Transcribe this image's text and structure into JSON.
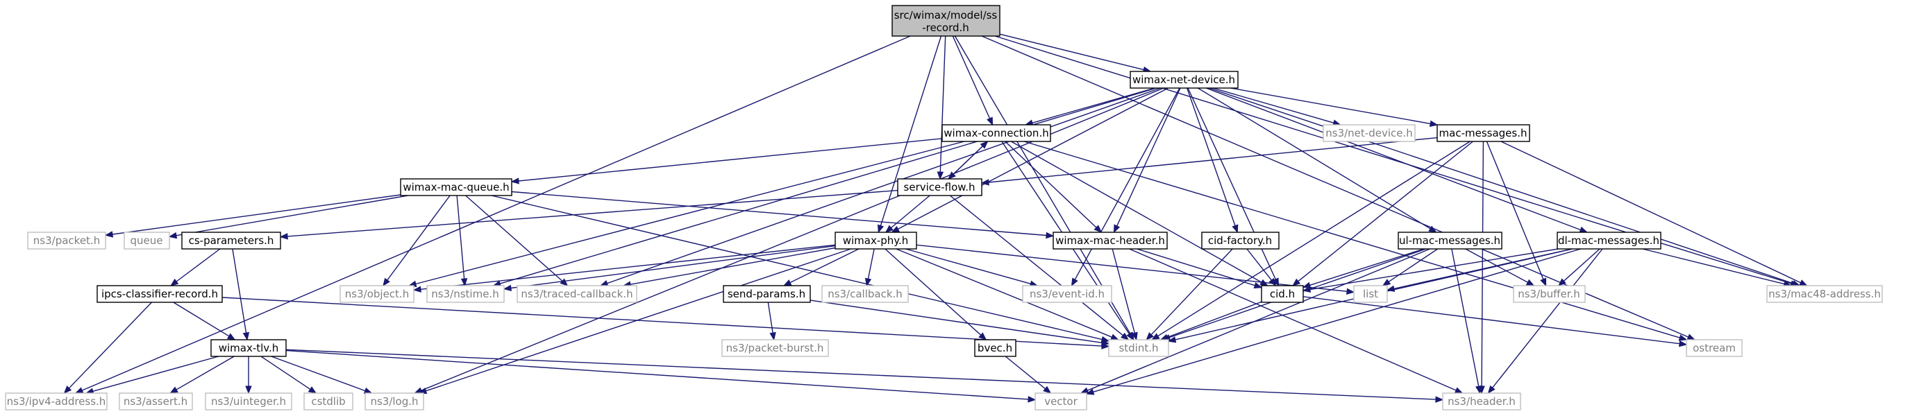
{
  "diagram": {
    "colors": {
      "edge": "#191970",
      "root_fill": "#bfbfbf",
      "external_border": "#bfbfbf",
      "external_text": "#7f7f7f",
      "node_border": "#000000"
    },
    "nodes": {
      "ss_record": {
        "label_line1": "src/wimax/model/ss",
        "label_line2": "-record.h",
        "kind": "root"
      },
      "wimax_net_device": {
        "label": "wimax-net-device.h",
        "kind": "project"
      },
      "wimax_connection": {
        "label": "wimax-connection.h",
        "kind": "project"
      },
      "ns3_net_device": {
        "label": "ns3/net-device.h",
        "kind": "external"
      },
      "mac_messages": {
        "label": "mac-messages.h",
        "kind": "project"
      },
      "wimax_mac_queue": {
        "label": "wimax-mac-queue.h",
        "kind": "project"
      },
      "service_flow": {
        "label": "service-flow.h",
        "kind": "project"
      },
      "ns3_packet": {
        "label": "ns3/packet.h",
        "kind": "external"
      },
      "queue": {
        "label": "queue",
        "kind": "external"
      },
      "cs_parameters": {
        "label": "cs-parameters.h",
        "kind": "project"
      },
      "wimax_phy": {
        "label": "wimax-phy.h",
        "kind": "project"
      },
      "wimax_mac_header": {
        "label": "wimax-mac-header.h",
        "kind": "project"
      },
      "cid_factory": {
        "label": "cid-factory.h",
        "kind": "project"
      },
      "ul_mac_messages": {
        "label": "ul-mac-messages.h",
        "kind": "project"
      },
      "dl_mac_messages": {
        "label": "dl-mac-messages.h",
        "kind": "project"
      },
      "ipcs_classifier_record": {
        "label": "ipcs-classifier-record.h",
        "kind": "project"
      },
      "ns3_object": {
        "label": "ns3/object.h",
        "kind": "external"
      },
      "ns3_nstime": {
        "label": "ns3/nstime.h",
        "kind": "external"
      },
      "ns3_traced_callback": {
        "label": "ns3/traced-callback.h",
        "kind": "external"
      },
      "send_params": {
        "label": "send-params.h",
        "kind": "project"
      },
      "ns3_callback": {
        "label": "ns3/callback.h",
        "kind": "external"
      },
      "ns3_event_id": {
        "label": "ns3/event-id.h",
        "kind": "external"
      },
      "cid": {
        "label": "cid.h",
        "kind": "project"
      },
      "list": {
        "label": "list",
        "kind": "external"
      },
      "ns3_buffer": {
        "label": "ns3/buffer.h",
        "kind": "external"
      },
      "ns3_mac48_address": {
        "label": "ns3/mac48-address.h",
        "kind": "external"
      },
      "wimax_tlv": {
        "label": "wimax-tlv.h",
        "kind": "project"
      },
      "ns3_packet_burst": {
        "label": "ns3/packet-burst.h",
        "kind": "external"
      },
      "bvec": {
        "label": "bvec.h",
        "kind": "project"
      },
      "stdint": {
        "label": "stdint.h",
        "kind": "external"
      },
      "ostream": {
        "label": "ostream",
        "kind": "external"
      },
      "ns3_ipv4_address": {
        "label": "ns3/ipv4-address.h",
        "kind": "external"
      },
      "ns3_assert": {
        "label": "ns3/assert.h",
        "kind": "external"
      },
      "ns3_uinteger": {
        "label": "ns3/uinteger.h",
        "kind": "external"
      },
      "cstdlib": {
        "label": "cstdlib",
        "kind": "external"
      },
      "ns3_log": {
        "label": "ns3/log.h",
        "kind": "external"
      },
      "vector": {
        "label": "vector",
        "kind": "external"
      },
      "ns3_header": {
        "label": "ns3/header.h",
        "kind": "external"
      }
    },
    "edges": [
      [
        "ss_record",
        "wimax_net_device"
      ],
      [
        "ss_record",
        "wimax_connection"
      ],
      [
        "ss_record",
        "service_flow"
      ],
      [
        "ss_record",
        "wimax_phy"
      ],
      [
        "ss_record",
        "stdint"
      ],
      [
        "ss_record",
        "ns3_ipv4_address"
      ],
      [
        "ss_record",
        "ns3_mac48_address"
      ],
      [
        "ss_record",
        "ostream"
      ],
      [
        "wimax_net_device",
        "wimax_connection"
      ],
      [
        "wimax_net_device",
        "ns3_net_device"
      ],
      [
        "wimax_net_device",
        "mac_messages"
      ],
      [
        "wimax_net_device",
        "wimax_phy"
      ],
      [
        "wimax_net_device",
        "ns3_log"
      ],
      [
        "wimax_net_device",
        "ns3_nstime"
      ],
      [
        "wimax_net_device",
        "ns3_traced_callback"
      ],
      [
        "wimax_net_device",
        "ns3_event_id"
      ],
      [
        "wimax_net_device",
        "wimax_mac_header"
      ],
      [
        "wimax_net_device",
        "cid_factory"
      ],
      [
        "wimax_net_device",
        "cid"
      ],
      [
        "wimax_net_device",
        "ul_mac_messages"
      ],
      [
        "wimax_net_device",
        "dl_mac_messages"
      ],
      [
        "wimax_net_device",
        "ns3_mac48_address"
      ],
      [
        "wimax_connection",
        "wimax_mac_queue"
      ],
      [
        "wimax_connection",
        "service_flow"
      ],
      [
        "wimax_connection",
        "ns3_object"
      ],
      [
        "wimax_connection",
        "wimax_mac_header"
      ],
      [
        "wimax_connection",
        "cid"
      ],
      [
        "wimax_connection",
        "stdint"
      ],
      [
        "wimax_connection",
        "ostream"
      ],
      [
        "service_flow",
        "wimax_connection"
      ],
      [
        "service_flow",
        "wimax_phy"
      ],
      [
        "service_flow",
        "cs_parameters"
      ],
      [
        "service_flow",
        "stdint"
      ],
      [
        "mac_messages",
        "service_flow"
      ],
      [
        "mac_messages",
        "cid"
      ],
      [
        "mac_messages",
        "ns3_buffer"
      ],
      [
        "mac_messages",
        "ns3_mac48_address"
      ],
      [
        "mac_messages",
        "stdint"
      ],
      [
        "mac_messages",
        "ns3_header"
      ],
      [
        "wimax_mac_queue",
        "ns3_packet"
      ],
      [
        "wimax_mac_queue",
        "queue"
      ],
      [
        "wimax_mac_queue",
        "ns3_object"
      ],
      [
        "wimax_mac_queue",
        "ns3_nstime"
      ],
      [
        "wimax_mac_queue",
        "ns3_traced_callback"
      ],
      [
        "wimax_mac_queue",
        "wimax_mac_header"
      ],
      [
        "wimax_mac_queue",
        "stdint"
      ],
      [
        "cs_parameters",
        "ipcs_classifier_record"
      ],
      [
        "cs_parameters",
        "wimax_tlv"
      ],
      [
        "ipcs_classifier_record",
        "wimax_tlv"
      ],
      [
        "ipcs_classifier_record",
        "ns3_ipv4_address"
      ],
      [
        "ipcs_classifier_record",
        "stdint"
      ],
      [
        "wimax_tlv",
        "ns3_ipv4_address"
      ],
      [
        "wimax_tlv",
        "ns3_assert"
      ],
      [
        "wimax_tlv",
        "ns3_uinteger"
      ],
      [
        "wimax_tlv",
        "cstdlib"
      ],
      [
        "wimax_tlv",
        "ns3_log"
      ],
      [
        "wimax_tlv",
        "vector"
      ],
      [
        "wimax_tlv",
        "ns3_header"
      ],
      [
        "wimax_phy",
        "ns3_object"
      ],
      [
        "wimax_phy",
        "ns3_nstime"
      ],
      [
        "wimax_phy",
        "ns3_traced_callback"
      ],
      [
        "wimax_phy",
        "send_params"
      ],
      [
        "wimax_phy",
        "ns3_callback"
      ],
      [
        "wimax_phy",
        "ns3_event_id"
      ],
      [
        "wimax_phy",
        "list"
      ],
      [
        "wimax_phy",
        "bvec"
      ],
      [
        "wimax_phy",
        "stdint"
      ],
      [
        "wimax_phy",
        "ns3_log"
      ],
      [
        "send_params",
        "ns3_packet_burst"
      ],
      [
        "send_params",
        "stdint"
      ],
      [
        "bvec",
        "vector"
      ],
      [
        "wimax_mac_header",
        "cid"
      ],
      [
        "wimax_mac_header",
        "stdint"
      ],
      [
        "wimax_mac_header",
        "ns3_header"
      ],
      [
        "cid_factory",
        "cid"
      ],
      [
        "cid_factory",
        "stdint"
      ],
      [
        "cid",
        "stdint"
      ],
      [
        "cid",
        "ostream"
      ],
      [
        "ul_mac_messages",
        "cid"
      ],
      [
        "ul_mac_messages",
        "list"
      ],
      [
        "ul_mac_messages",
        "ns3_buffer"
      ],
      [
        "ul_mac_messages",
        "stdint"
      ],
      [
        "ul_mac_messages",
        "vector"
      ],
      [
        "ul_mac_messages",
        "ns3_header"
      ],
      [
        "dl_mac_messages",
        "cid"
      ],
      [
        "dl_mac_messages",
        "list"
      ],
      [
        "dl_mac_messages",
        "ns3_buffer"
      ],
      [
        "dl_mac_messages",
        "ns3_mac48_address"
      ],
      [
        "dl_mac_messages",
        "stdint"
      ],
      [
        "dl_mac_messages",
        "vector"
      ],
      [
        "dl_mac_messages",
        "ns3_header"
      ]
    ]
  }
}
